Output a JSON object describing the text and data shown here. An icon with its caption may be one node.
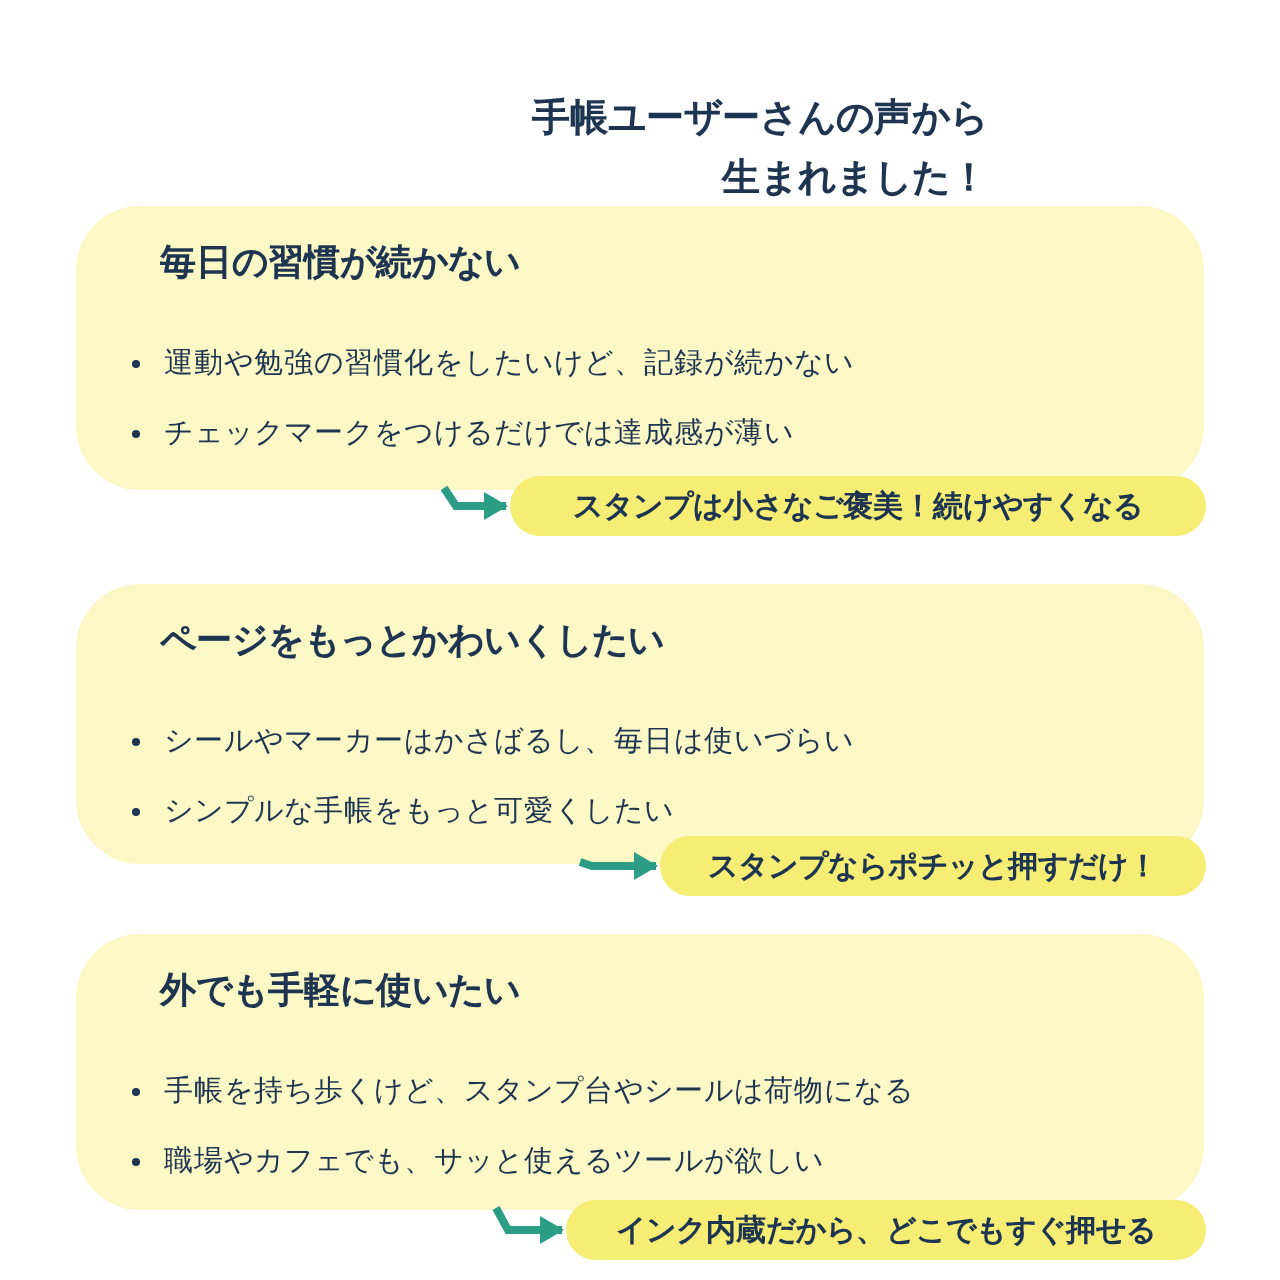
{
  "diagram": {
    "title": "手帳ユーザーさんの声から生まれました！",
    "nodes": [
      {
        "text": [
          "毎日の習慣が続かない",
          "運動や勉強の習慣化をしたいけど、記録が続かない",
          "チェックマークをつけるだけでは達成感が薄い"
        ]
      },
      {
        "text": [
          "スタンプは小さなご褒美！続けやすくなる"
        ]
      },
      {
        "text": [
          "ページをもっとかわいくしたい",
          "シールやマーカーはかさばるし、毎日は使いづらい",
          "シンプルな手帳をもっと可愛くしたい"
        ]
      },
      {
        "text": [
          "スタンプならポチッと押すだけ！"
        ]
      },
      {
        "text": [
          "外でも手軽に使いたい",
          "手帳を持ち歩くけど、スタンプ台やシールは荷物になる",
          "職場やカフェでも、サッと使えるツールが欲しい"
        ]
      },
      {
        "text": [
          "インク内蔵だから、どこでもすぐ押せる"
        ]
      }
    ],
    "edges": [
      {
        "from": 0,
        "to": 1,
        "arrow": "to"
      },
      {
        "from": 2,
        "to": 3,
        "arrow": "to"
      },
      {
        "from": 4,
        "to": 5,
        "arrow": "to"
      }
    ]
  }
}
